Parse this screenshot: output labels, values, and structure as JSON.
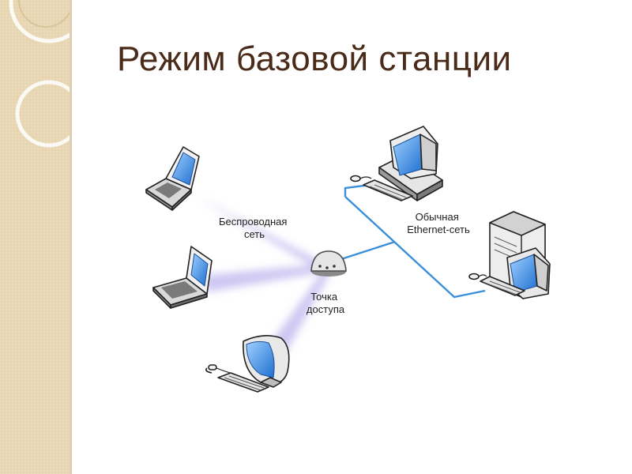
{
  "slide": {
    "title": "Режим базовой станции"
  },
  "diagram": {
    "labels": {
      "wireless_line1": "Беспроводная",
      "wireless_line2": "сеть",
      "ethernet_line1": "Обычная",
      "ethernet_line2": "Ethernet-сеть",
      "ap_line1": "Точка",
      "ap_line2": "доступа"
    },
    "colors": {
      "ethernet_cable": "#3a8fd8",
      "wireless_beam": "#b9b2ea",
      "screen": "#3d8fe8",
      "title": "#4a2a18",
      "sidebar": "#ead9b6"
    }
  }
}
